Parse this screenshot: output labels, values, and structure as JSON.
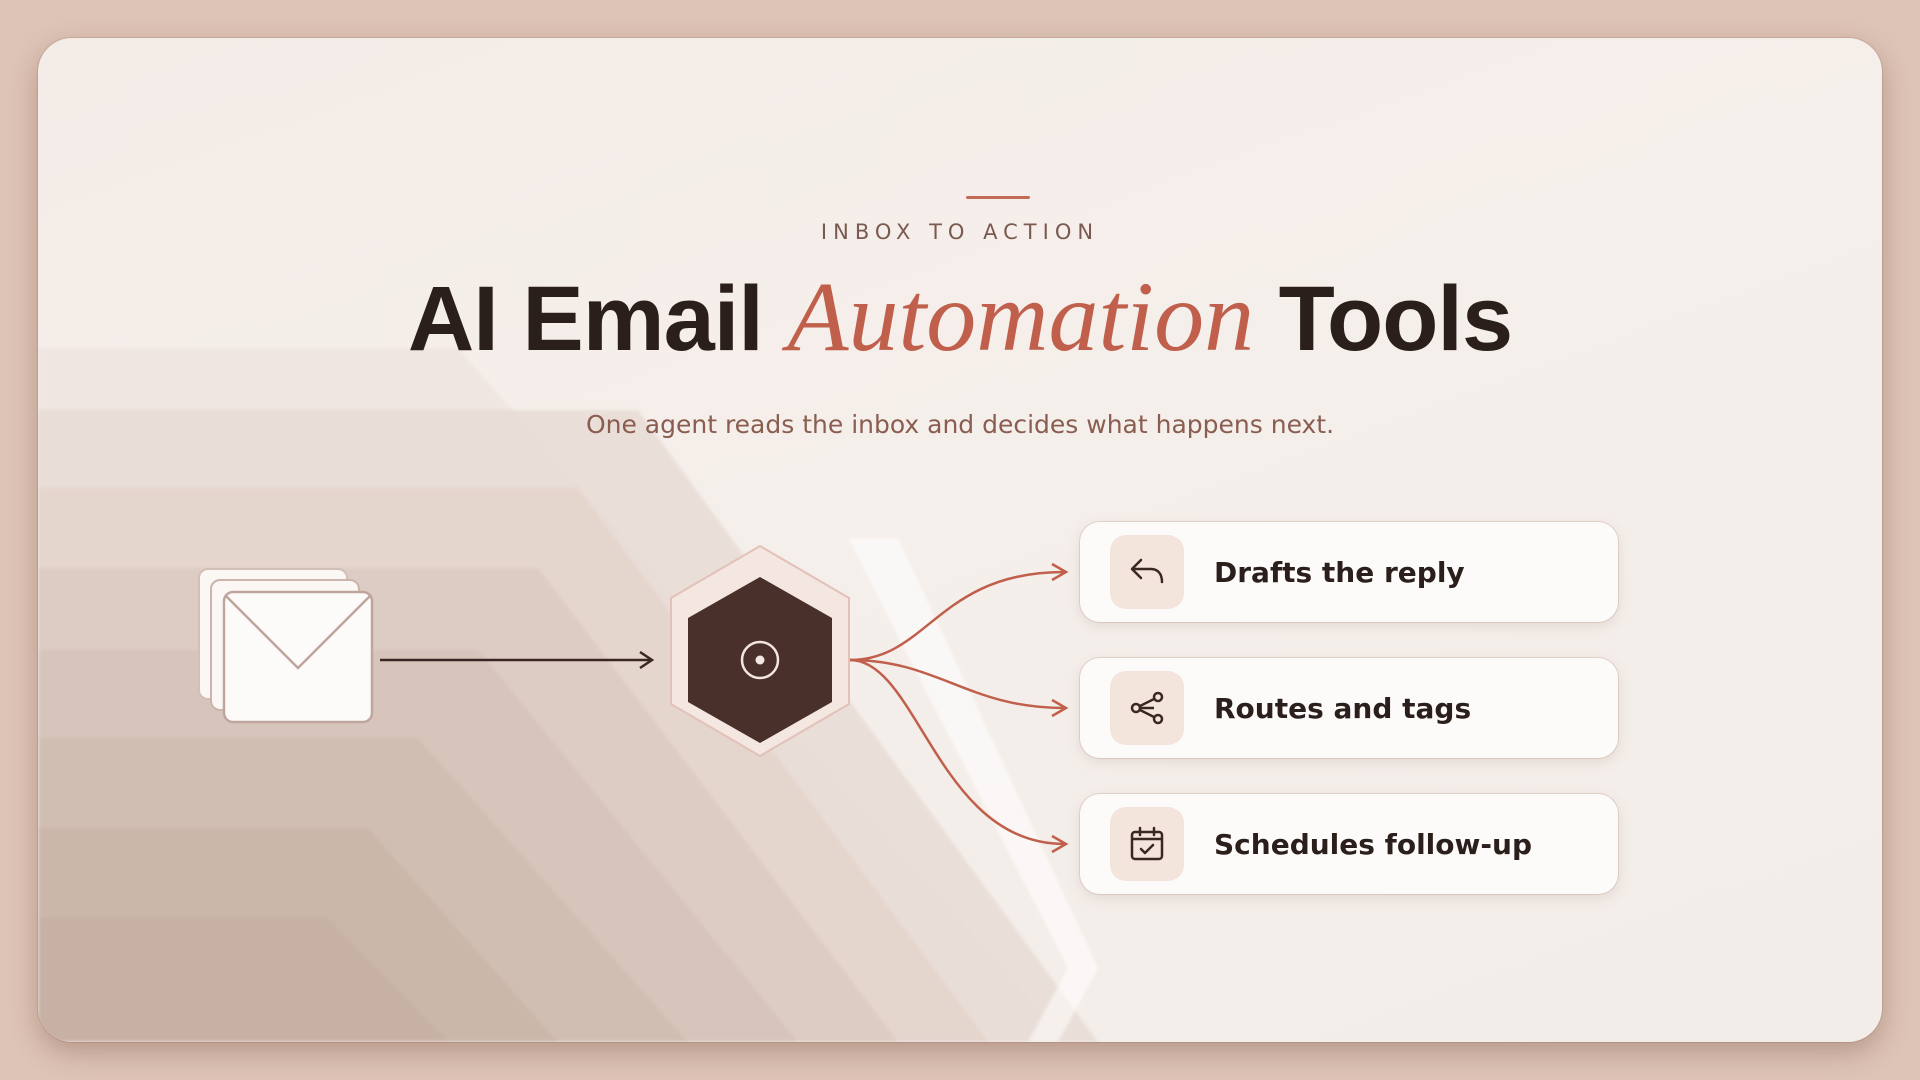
{
  "slide": {
    "eyebrow": "INBOX TO ACTION",
    "title_part1": "AI Email ",
    "title_accent": "Automation",
    "title_part2": " Tools",
    "subtitle": "One agent reads the inbox and decides what happens next."
  },
  "diagram": {
    "input_icon": "envelope-stack-icon",
    "agent_icon": "target-icon",
    "outcomes": [
      {
        "label": "Drafts the reply",
        "icon": "reply-arrow-icon"
      },
      {
        "label": "Routes and tags",
        "icon": "share-nodes-icon"
      },
      {
        "label": "Schedules follow-up",
        "icon": "calendar-check-icon"
      }
    ]
  },
  "colors": {
    "background": "#dec4b7",
    "card": "#f4ece7",
    "accent": "#c0604c",
    "dark": "#2b1f1c",
    "hexagon": "#4a302b"
  }
}
